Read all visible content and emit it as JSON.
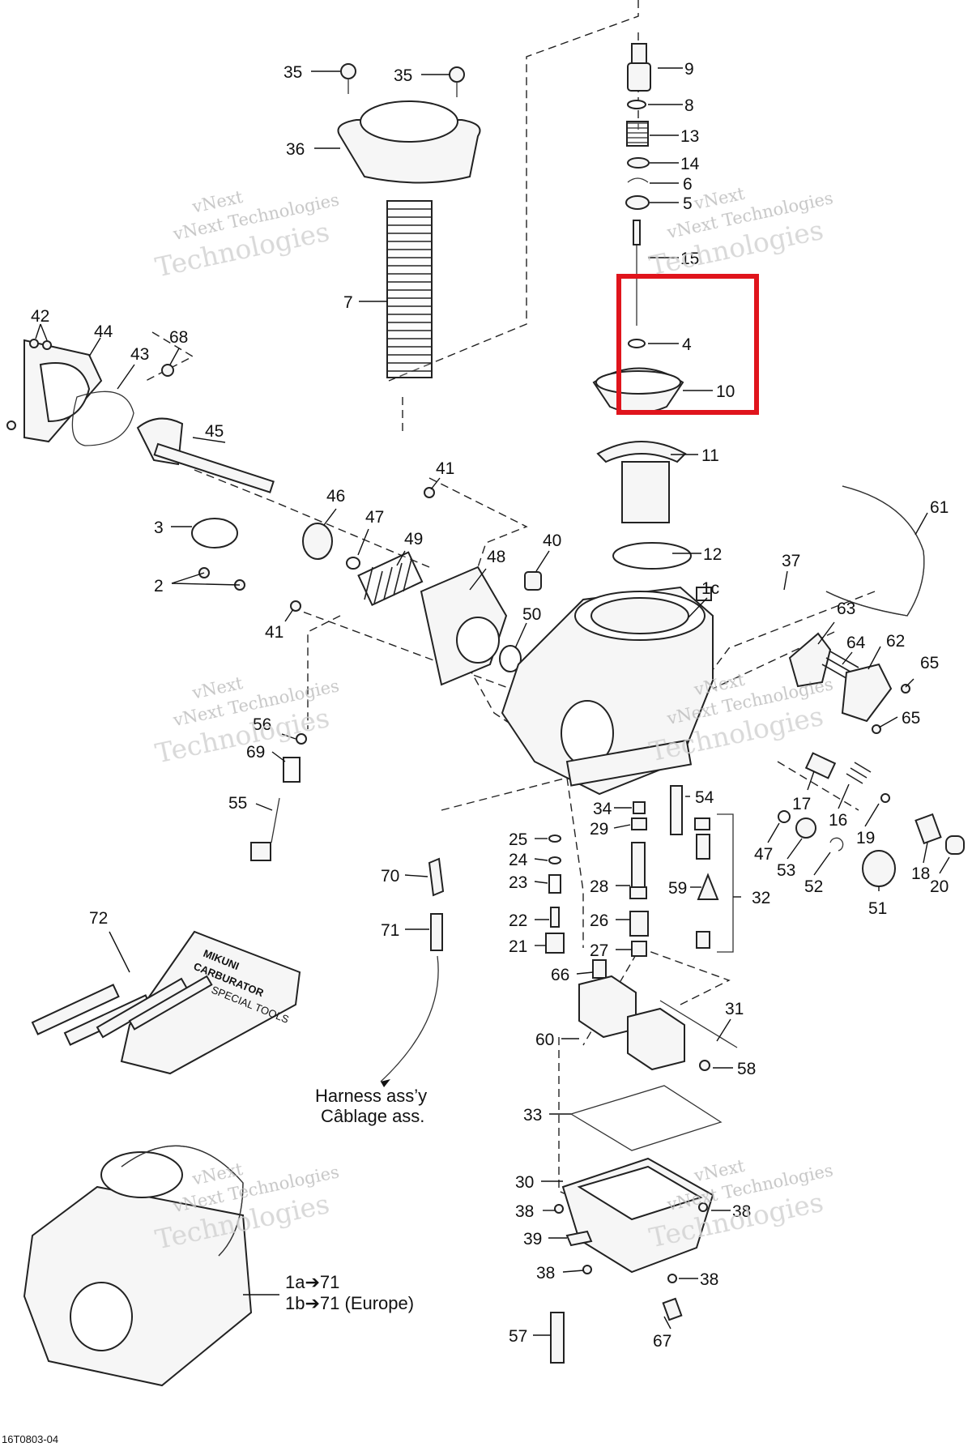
{
  "callouts": [
    {
      "id": "c9",
      "label": "9"
    },
    {
      "id": "c8",
      "label": "8"
    },
    {
      "id": "c13",
      "label": "13"
    },
    {
      "id": "c14",
      "label": "14"
    },
    {
      "id": "c6",
      "label": "6"
    },
    {
      "id": "c5",
      "label": "5"
    },
    {
      "id": "c15",
      "label": "15"
    },
    {
      "id": "c4",
      "label": "4"
    },
    {
      "id": "c10",
      "label": "10"
    },
    {
      "id": "c11",
      "label": "11"
    },
    {
      "id": "c12",
      "label": "12"
    },
    {
      "id": "c35a",
      "label": "35"
    },
    {
      "id": "c35b",
      "label": "35"
    },
    {
      "id": "c36",
      "label": "36"
    },
    {
      "id": "c7",
      "label": "7"
    },
    {
      "id": "c42",
      "label": "42"
    },
    {
      "id": "c44",
      "label": "44"
    },
    {
      "id": "c43",
      "label": "43"
    },
    {
      "id": "c68",
      "label": "68"
    },
    {
      "id": "c45",
      "label": "45"
    },
    {
      "id": "c3",
      "label": "3"
    },
    {
      "id": "c2",
      "label": "2"
    },
    {
      "id": "c41a",
      "label": "41"
    },
    {
      "id": "c41b",
      "label": "41"
    },
    {
      "id": "c46",
      "label": "46"
    },
    {
      "id": "c47a",
      "label": "47"
    },
    {
      "id": "c49",
      "label": "49"
    },
    {
      "id": "c48",
      "label": "48"
    },
    {
      "id": "c40",
      "label": "40"
    },
    {
      "id": "c50",
      "label": "50"
    },
    {
      "id": "c1c",
      "label": "1c"
    },
    {
      "id": "c37",
      "label": "37"
    },
    {
      "id": "c61",
      "label": "61"
    },
    {
      "id": "c63",
      "label": "63"
    },
    {
      "id": "c64",
      "label": "64"
    },
    {
      "id": "c62",
      "label": "62"
    },
    {
      "id": "c65a",
      "label": "65"
    },
    {
      "id": "c65b",
      "label": "65"
    },
    {
      "id": "c56",
      "label": "56"
    },
    {
      "id": "c69",
      "label": "69"
    },
    {
      "id": "c55",
      "label": "55"
    },
    {
      "id": "c17",
      "label": "17"
    },
    {
      "id": "c16",
      "label": "16"
    },
    {
      "id": "c19",
      "label": "19"
    },
    {
      "id": "c18",
      "label": "18"
    },
    {
      "id": "c20",
      "label": "20"
    },
    {
      "id": "c47b",
      "label": "47"
    },
    {
      "id": "c53",
      "label": "53"
    },
    {
      "id": "c52",
      "label": "52"
    },
    {
      "id": "c51",
      "label": "51"
    },
    {
      "id": "c34",
      "label": "34"
    },
    {
      "id": "c54",
      "label": "54"
    },
    {
      "id": "c29",
      "label": "29"
    },
    {
      "id": "c25",
      "label": "25"
    },
    {
      "id": "c24",
      "label": "24"
    },
    {
      "id": "c23",
      "label": "23"
    },
    {
      "id": "c28",
      "label": "28"
    },
    {
      "id": "c59",
      "label": "59"
    },
    {
      "id": "c32",
      "label": "32"
    },
    {
      "id": "c22",
      "label": "22"
    },
    {
      "id": "c26",
      "label": "26"
    },
    {
      "id": "c21",
      "label": "21"
    },
    {
      "id": "c27",
      "label": "27"
    },
    {
      "id": "c66",
      "label": "66"
    },
    {
      "id": "c70",
      "label": "70"
    },
    {
      "id": "c71",
      "label": "71"
    },
    {
      "id": "c72",
      "label": "72"
    },
    {
      "id": "c31",
      "label": "31"
    },
    {
      "id": "c60",
      "label": "60"
    },
    {
      "id": "c58",
      "label": "58"
    },
    {
      "id": "c33",
      "label": "33"
    },
    {
      "id": "c30",
      "label": "30"
    },
    {
      "id": "c38a",
      "label": "38"
    },
    {
      "id": "c38b",
      "label": "38"
    },
    {
      "id": "c39",
      "label": "39"
    },
    {
      "id": "c38c",
      "label": "38"
    },
    {
      "id": "c38d",
      "label": "38"
    },
    {
      "id": "c57",
      "label": "57"
    },
    {
      "id": "c67",
      "label": "67"
    }
  ],
  "notes": {
    "harness_en": "Harness ass’y",
    "harness_fr": "Câblage ass.",
    "assembly_line1": "1a➔71",
    "assembly_line2": "1b➔71 (Europe)",
    "drawing_code": "16T0803-04",
    "kit_brand_line1": "MIKUNI",
    "kit_brand_line2": "CARBURATOR",
    "kit_brand_line3": "SPECIAL TOOLS"
  },
  "watermark": {
    "line1": "vNext",
    "line2": "vNext Technologies",
    "line3": "Technologies"
  },
  "highlight": {
    "color": "#e0141c",
    "encloses": [
      "4",
      "10"
    ]
  }
}
